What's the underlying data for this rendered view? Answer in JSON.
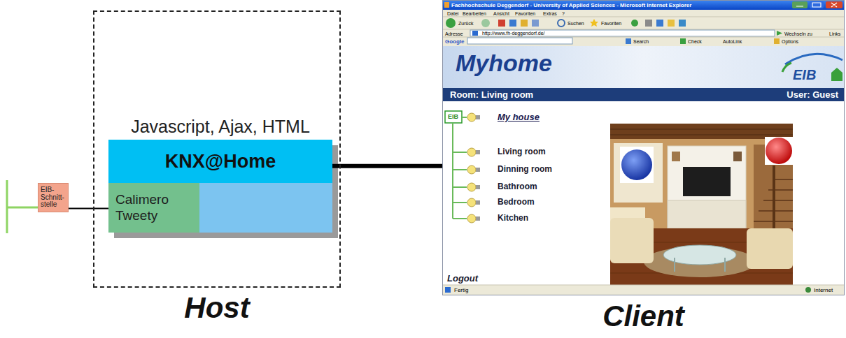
{
  "diagram": {
    "nodes": [
      {
        "text": [
          "EIB- Schnitt- stelle"
        ]
      },
      {
        "text": [
          "Host"
        ]
      },
      {
        "text": [
          "Javascript, Ajax, HTML",
          "KNX@Home"
        ],
        "in": 1
      },
      {
        "text": [
          "Calimero Tweety"
        ],
        "in": 1
      },
      {
        "text": [
          "Client"
        ]
      }
    ],
    "edges": [
      {
        "from": 2,
        "to": 4,
        "arrow": "none"
      },
      {
        "from": 0,
        "to": 3,
        "arrow": "none"
      }
    ],
    "labels": [
      "Fachhochschule Deggendorf - University of Applied Sciences - Microsoft Internet Explorer",
      "Datei",
      "Bearbeiten",
      "Ansicht",
      "Favoriten",
      "Extras",
      "?",
      "Zurück",
      "Suchen",
      "Favoriten",
      "Adresse",
      "http://www.fh-deggendorf.de/",
      "Wechseln zu",
      "Links",
      "Google",
      "Search",
      "Check",
      "AutoLink",
      "Options",
      "Myhome",
      "EIB",
      "Room: Living room",
      "User: Guest",
      "EIB",
      "My house",
      "Living room",
      "Dinning room",
      "Bathroom",
      "Bedroom",
      "Kitchen",
      "Logout",
      "Fertig",
      "Internet"
    ]
  }
}
